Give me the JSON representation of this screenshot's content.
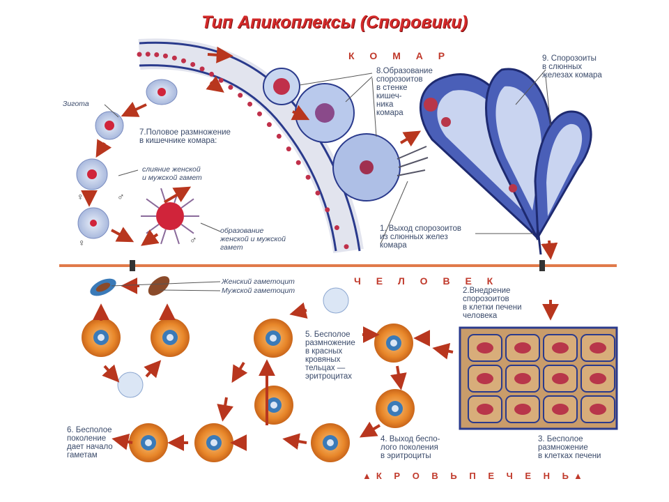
{
  "title": "Тип Апикоплексы (Споровики)",
  "sections": {
    "mosquito": "К О М А Р",
    "human": "Ч Е Л О В Е К",
    "blood_liver": "▲К Р О В Ь    П Е Ч Е Н Ь▲"
  },
  "labels": {
    "zygote": "Зигота",
    "stage7": "7.Половое размножение\nв кишечнике комара:",
    "fusion": "слияние женской\nи мужской гамет",
    "gamete_formation": "образование\nженской и мужской\nгамет",
    "stage8": "8.Образование\nспорозоитов\nв стенке\nкишеч-\nника\nкомара",
    "stage9": "9. Спорозоиты\nв слюнных\nжелезах комара",
    "stage1": "1. Выход спорозоитов\nиз слюнных желез\nкомара",
    "female_gametocyte": "Женский гаметоцит",
    "male_gametocyte": "Мужской гаметоцит",
    "stage2": "2.Внедрение\nспорозоитов\nв клетки печени\nчеловека",
    "stage5": "5. Бесполое\nразмножение\nв красных\nкровяных\nтельцах —\nэритроцитах",
    "stage6": "6. Бесполое\nпоколение\nдает начало\nгаметам",
    "stage4": "4. Выход беспо-\nлого поколения\nв эритроциты",
    "stage3": "3. Бесполое\nразмножение\nв клетках печени"
  },
  "symbols": {
    "female": "♀",
    "male": "♂"
  },
  "colors": {
    "title": "#d42a2a",
    "divider": "#e07a4a",
    "arrow": "#b8361e",
    "gland": "#2a3a8c",
    "erythrocyte": "#e8872a",
    "parasite": "#3a7ab8"
  }
}
